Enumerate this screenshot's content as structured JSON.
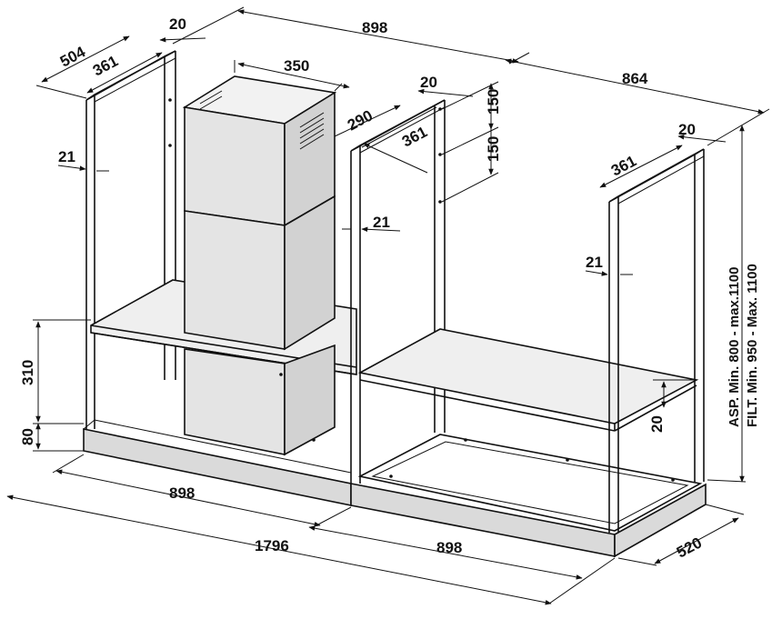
{
  "dimensions": {
    "width_top": "898",
    "width_right_top": "864",
    "depth_left": "504",
    "depth_left_inner": "361",
    "post_left_top": "20",
    "chimney_width": "350",
    "chimney_depth": "290",
    "mid_depth_inner": "361",
    "mid_post": "20",
    "hole_spacing_1": "150",
    "hole_spacing_2": "150",
    "right_depth_inner": "361",
    "right_post": "20",
    "post_thickness_left": "21",
    "post_thickness_mid": "21",
    "post_thickness_right": "21",
    "height_310": "310",
    "height_80": "80",
    "shelf_rail": "20",
    "width_bottom_left": "898",
    "width_total": "1796",
    "width_bottom_right": "898",
    "depth_base": "520"
  },
  "height_notes": {
    "asp": "ASP.   Min. 800  -  max.1100",
    "filt": "FILT. Min. 950  -  Max. 1100"
  }
}
